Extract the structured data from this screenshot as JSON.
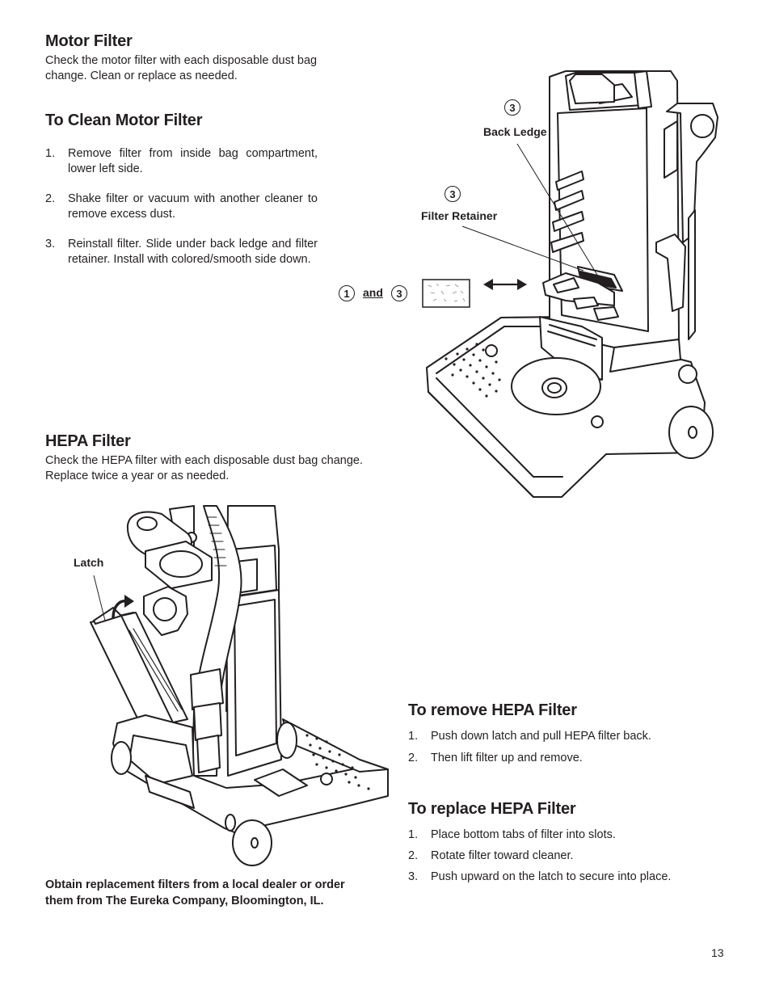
{
  "motor_filter": {
    "heading": "Motor Filter",
    "text": "Check the motor filter with each disposable dust bag change. Clean or replace as needed."
  },
  "clean_motor_filter": {
    "heading": "To Clean Motor Filter",
    "steps": [
      {
        "num": "1.",
        "text": "Remove filter from inside bag compartment, lower left side."
      },
      {
        "num": "2.",
        "text": "Shake filter or vacuum with another cleaner to remove excess dust."
      },
      {
        "num": "3.",
        "text": "Reinstall filter. Slide under back ledge and filter retainer. Install with colored/smooth side down."
      }
    ]
  },
  "figure_top": {
    "callout_back_ledge": {
      "num": "3",
      "label": "Back Ledge"
    },
    "callout_filter_retainer": {
      "num": "3",
      "label": "Filter Retainer"
    },
    "callout_steps": {
      "num_a": "1",
      "conj": "and",
      "num_b": "3"
    }
  },
  "hepa_filter": {
    "heading": "HEPA Filter",
    "text": "Check the HEPA filter with each disposable dust bag change. Replace twice a year or as needed."
  },
  "figure_bottom": {
    "latch_label": "Latch"
  },
  "remove_hepa": {
    "heading": "To remove HEPA Filter",
    "steps": [
      {
        "num": "1.",
        "text": "Push down latch and pull HEPA filter back."
      },
      {
        "num": "2.",
        "text": "Then lift filter up and remove."
      }
    ]
  },
  "replace_hepa": {
    "heading": "To replace HEPA Filter",
    "steps": [
      {
        "num": "1.",
        "text": "Place bottom tabs of filter into slots."
      },
      {
        "num": "2.",
        "text": "Rotate filter toward cleaner."
      },
      {
        "num": "3.",
        "text": "Push upward on the latch to secure into place."
      }
    ]
  },
  "footer_note": "Obtain replacement filters from a local dealer or order them from The Eureka Company, Bloomington, IL.",
  "page_number": "13"
}
